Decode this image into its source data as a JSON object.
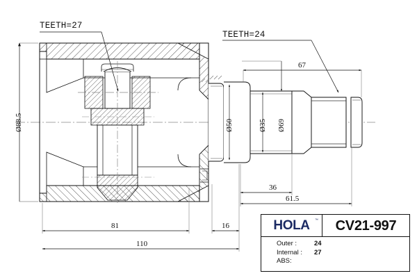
{
  "drawing": {
    "type": "engineering-cross-section",
    "subject": "CV joint / constant velocity joint cutaway",
    "annotations": {
      "teeth_inner": "TEETH=27",
      "teeth_outer": "TEETH=24"
    },
    "dimensions": {
      "dia_housing": "Ø88.5",
      "dia_boot_seat": "Ø50",
      "dia_shaft": "Ø35",
      "dia_flange": "Ø69",
      "len_67": "67",
      "len_81": "81",
      "len_110": "110",
      "len_16": "16",
      "len_36": "36",
      "len_615": "61.5"
    }
  },
  "titleblock": {
    "brand": "HOLA",
    "trademark": "™",
    "part_number": "CV21-997",
    "specs": [
      {
        "label": "Outer :",
        "value": "24"
      },
      {
        "label": "Internal :",
        "value": "27"
      },
      {
        "label": "ABS:",
        "value": ""
      }
    ]
  },
  "colors": {
    "line": "#111111",
    "brand_blue": "#1b2a63",
    "paper": "#ffffff"
  }
}
